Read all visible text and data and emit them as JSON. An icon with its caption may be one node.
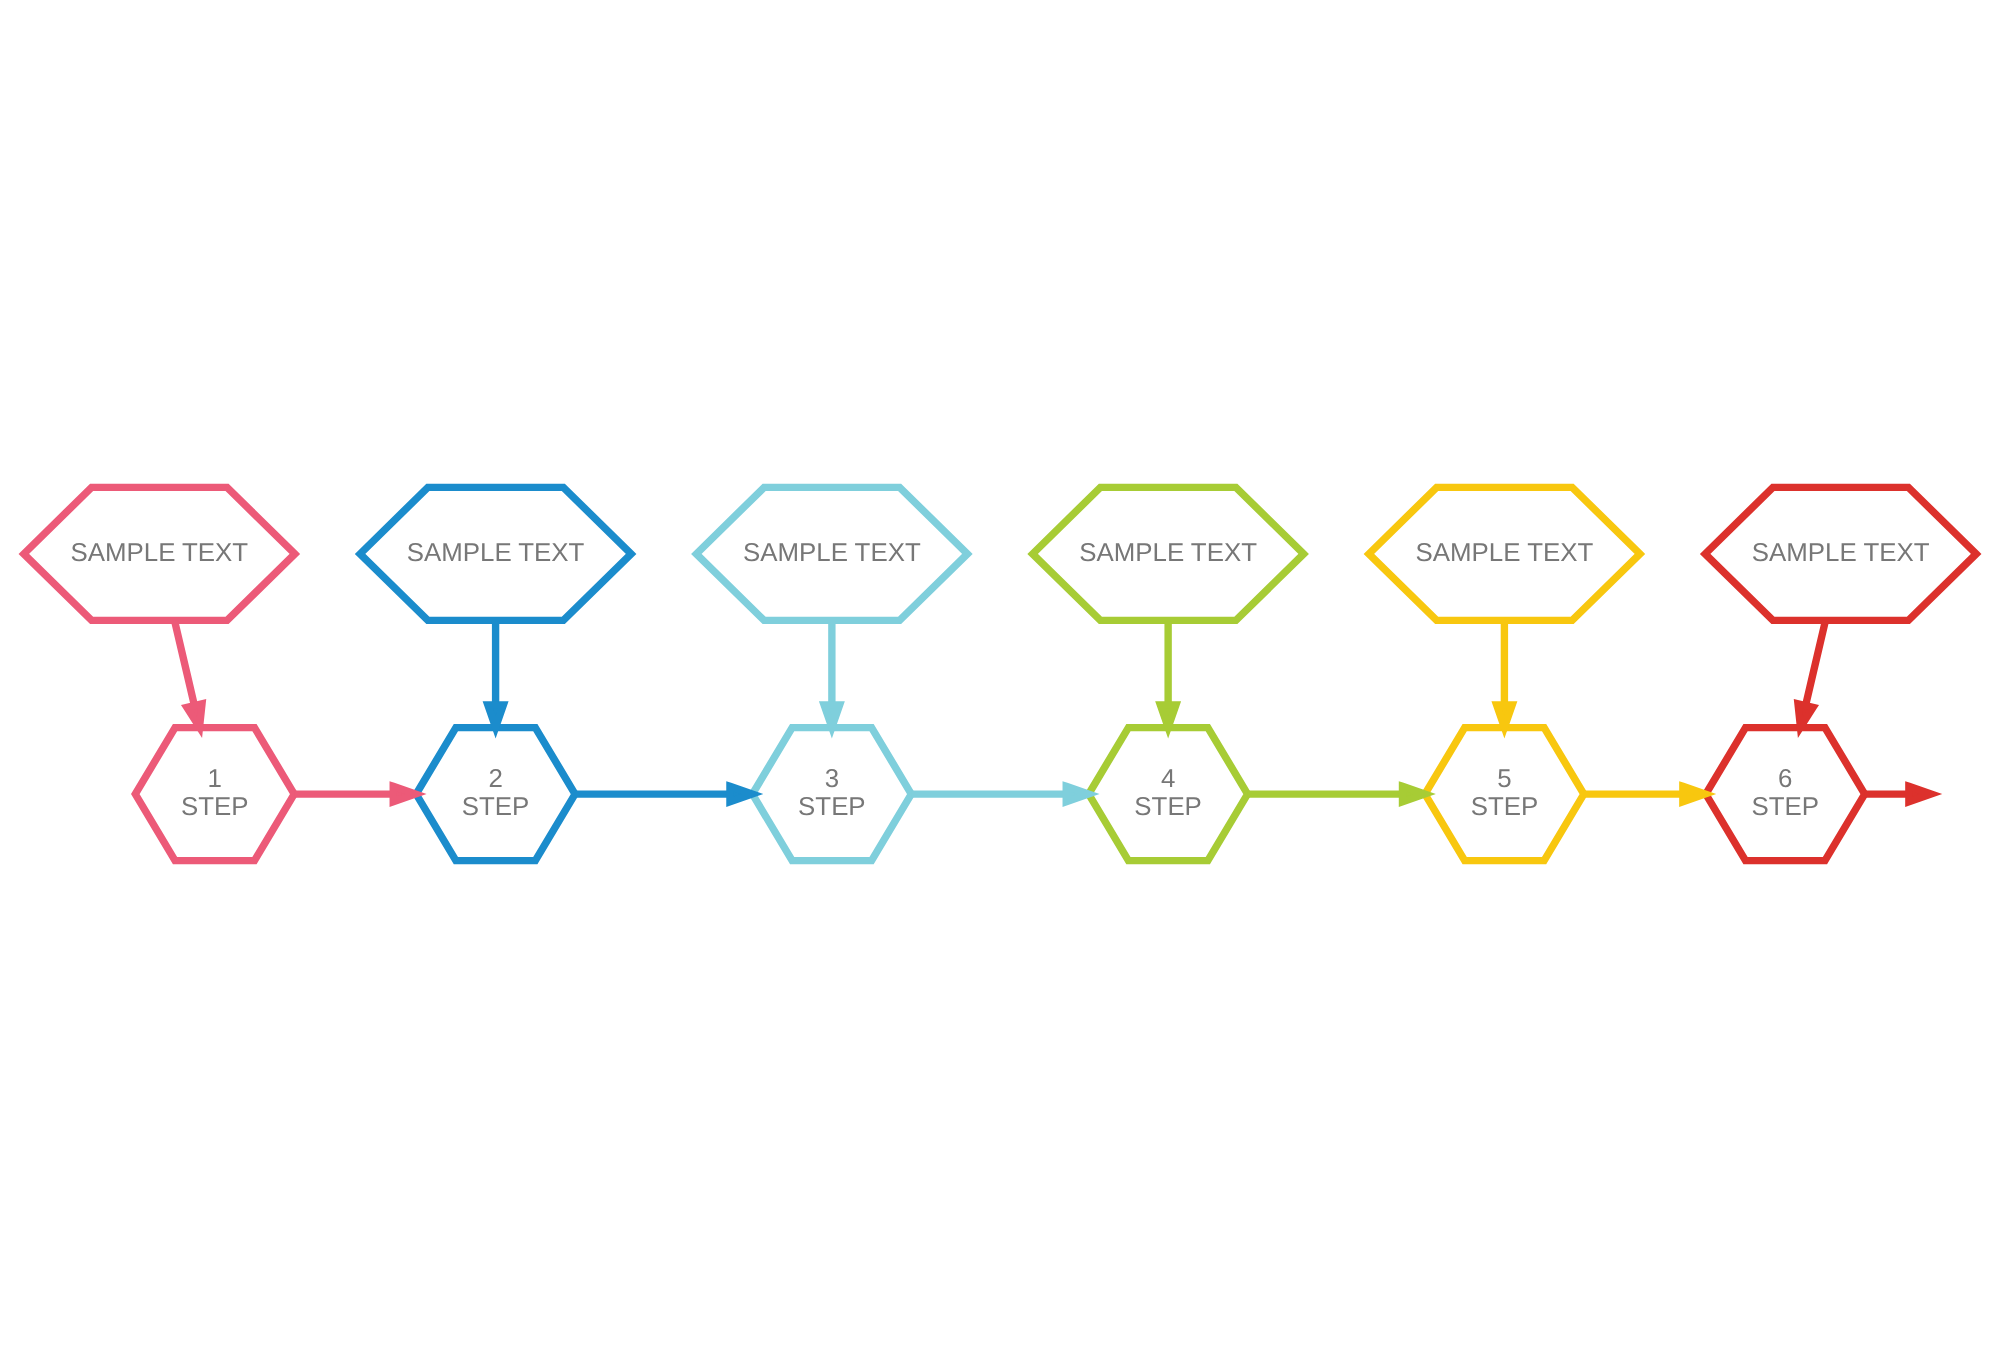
{
  "diagram": {
    "nodes": [
      {
        "text": [
          "SAMPLE TEXT"
        ]
      },
      {
        "text": [
          "SAMPLE TEXT"
        ]
      },
      {
        "text": [
          "SAMPLE TEXT"
        ]
      },
      {
        "text": [
          "SAMPLE TEXT"
        ]
      },
      {
        "text": [
          "SAMPLE TEXT"
        ]
      },
      {
        "text": [
          "SAMPLE TEXT"
        ]
      },
      {
        "text": [
          "1",
          "STEP"
        ]
      },
      {
        "text": [
          "2",
          "STEP"
        ]
      },
      {
        "text": [
          "3",
          "STEP"
        ]
      },
      {
        "text": [
          "4",
          "STEP"
        ]
      },
      {
        "text": [
          "5",
          "STEP"
        ]
      },
      {
        "text": [
          "6",
          "STEP"
        ]
      }
    ],
    "edges": [
      {
        "from": 0,
        "to": 6,
        "arrow": "to",
        "color": "#ec5a78"
      },
      {
        "from": 1,
        "to": 7,
        "arrow": "to",
        "color": "#1b8ccc"
      },
      {
        "from": 2,
        "to": 8,
        "arrow": "to",
        "color": "#7fcfdc"
      },
      {
        "from": 3,
        "to": 9,
        "arrow": "to",
        "color": "#a7cc35"
      },
      {
        "from": 4,
        "to": 10,
        "arrow": "to",
        "color": "#f8c70f"
      },
      {
        "from": 5,
        "to": 11,
        "arrow": "to",
        "color": "#dc312c"
      },
      {
        "from": 6,
        "to": 7,
        "arrow": "to",
        "color": "#ec5a78"
      },
      {
        "from": 7,
        "to": 8,
        "arrow": "to",
        "color": "#1b8ccc"
      },
      {
        "from": 8,
        "to": 9,
        "arrow": "to",
        "color": "#7fcfdc"
      },
      {
        "from": 9,
        "to": 10,
        "arrow": "to",
        "color": "#a7cc35"
      },
      {
        "from": 10,
        "to": 11,
        "arrow": "to",
        "color": "#f8c70f"
      },
      {
        "from": 11,
        "to": null,
        "arrow": "to",
        "color": "#dc312c"
      }
    ]
  }
}
